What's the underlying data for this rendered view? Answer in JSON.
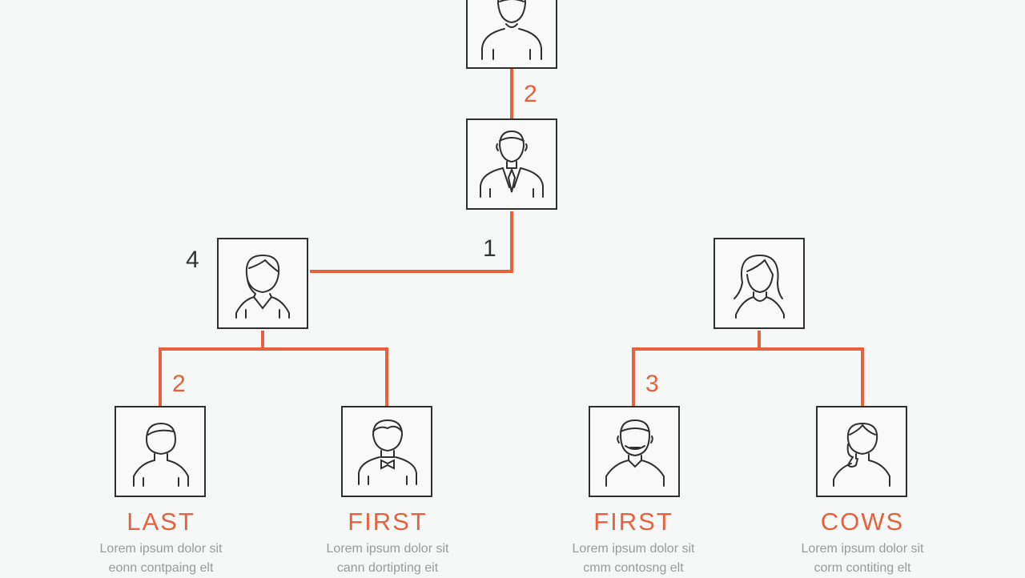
{
  "colors": {
    "accent": "#e5623d",
    "stroke": "#2f2f2f",
    "text_muted": "#9a9a9a",
    "background": "#f6f7f7"
  },
  "edge_labels": {
    "top_link": "2",
    "center_to_left": "1",
    "left_node_tag": "4",
    "left_to_last": "2",
    "right_to_first": "3"
  },
  "nodes": [
    {
      "id": "top",
      "icon": "man-icon"
    },
    {
      "id": "center",
      "icon": "man-tie-icon"
    },
    {
      "id": "left",
      "icon": "woman-icon"
    },
    {
      "id": "right",
      "icon": "woman-long-hair-icon"
    },
    {
      "id": "bottom-1",
      "icon": "person-icon"
    },
    {
      "id": "bottom-2",
      "icon": "man-bowtie-icon"
    },
    {
      "id": "bottom-3",
      "icon": "man-beard-icon"
    },
    {
      "id": "bottom-4",
      "icon": "woman-headset-icon"
    }
  ],
  "captions": [
    {
      "title": "LAST",
      "line1": "Lorem ipsum dolor sit",
      "line2": "eonn contpaing elt"
    },
    {
      "title": "FIRST",
      "line1": "Lorem ipsum dolor sit",
      "line2": "cann dortipting eit"
    },
    {
      "title": "FIRST",
      "line1": "Lorem ipsum dolor sit",
      "line2": "cmm contosng elt"
    },
    {
      "title": "COWS",
      "line1": "Lorem ipsum dolor sit",
      "line2": "corm contiting elt"
    }
  ]
}
